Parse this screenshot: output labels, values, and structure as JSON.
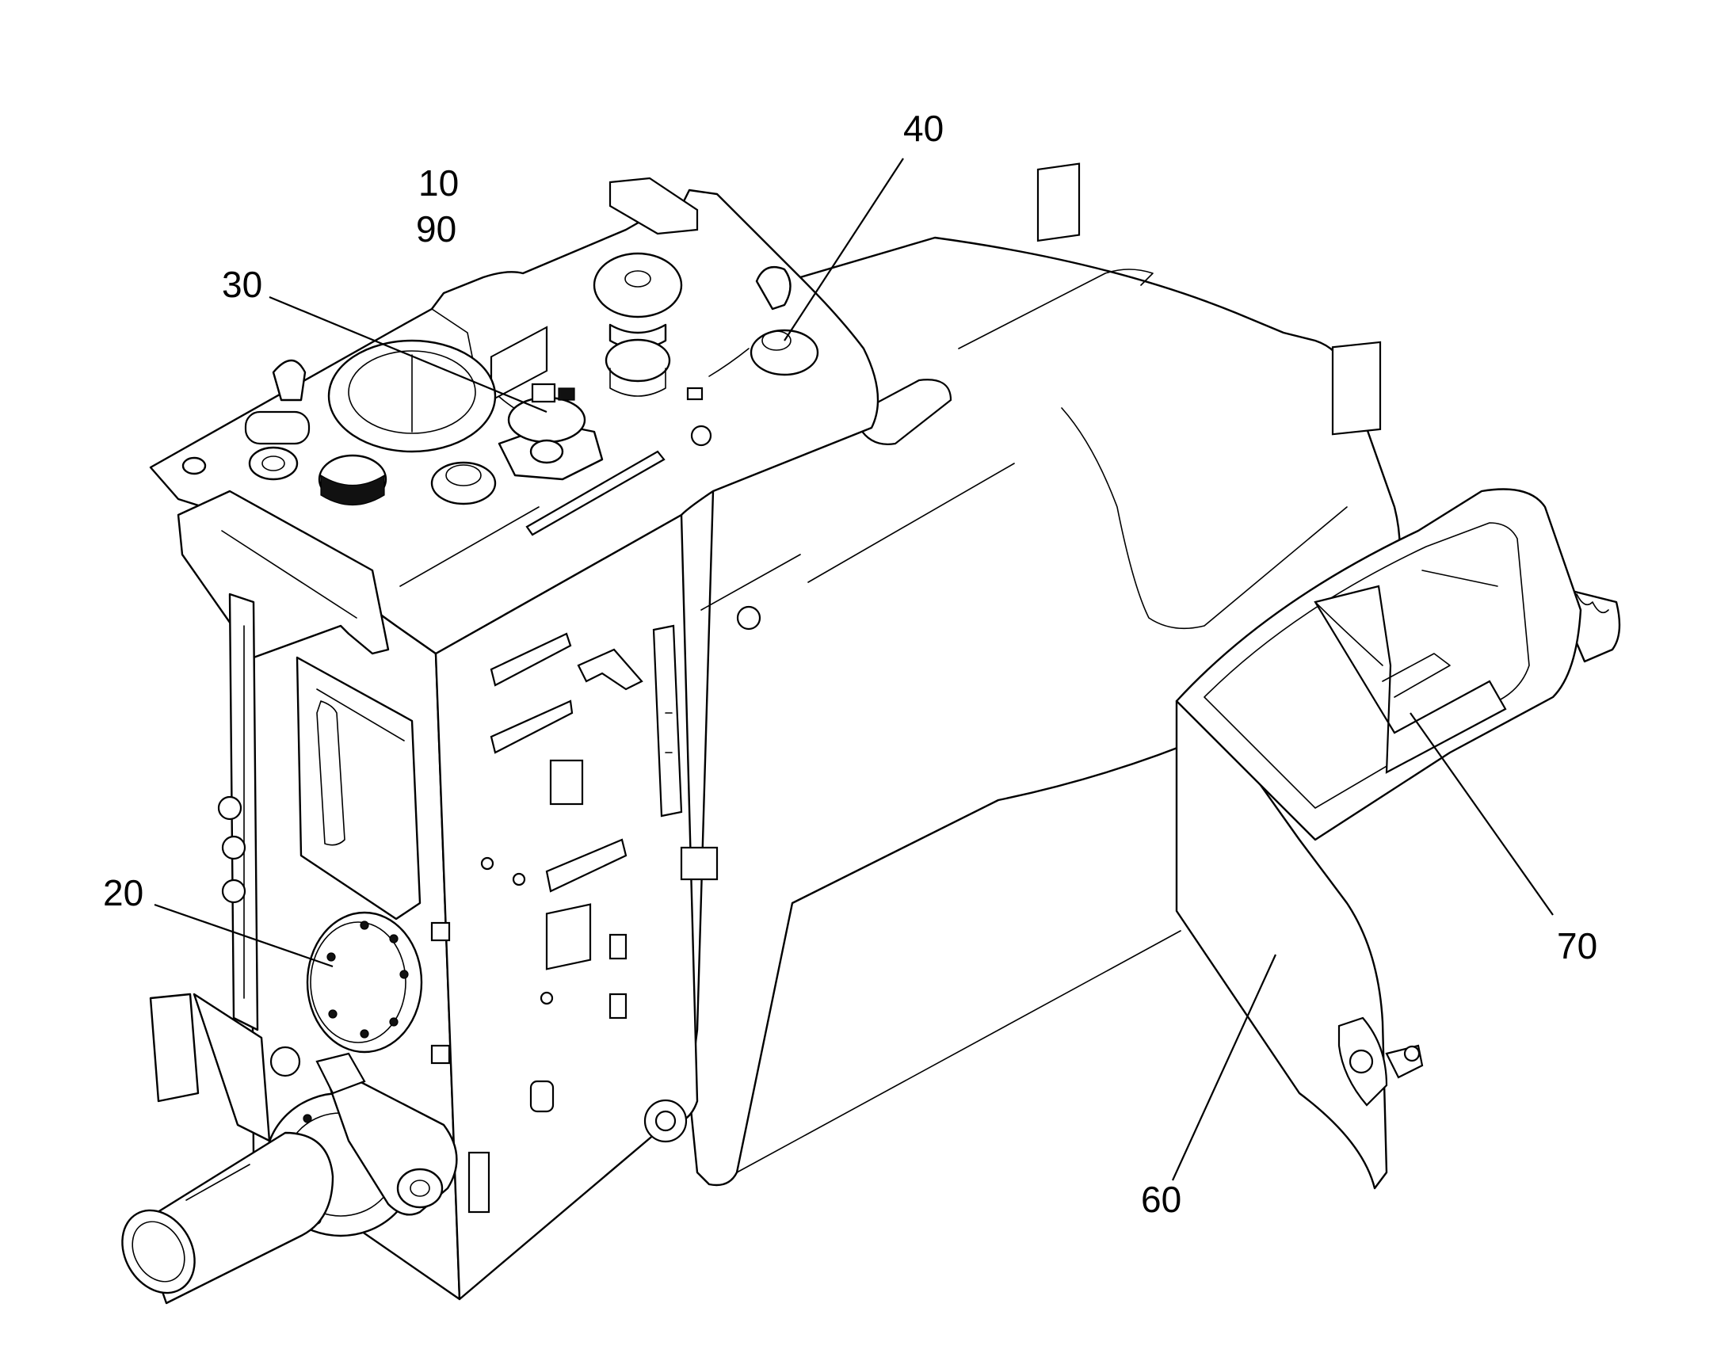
{
  "callouts": [
    {
      "id": "10",
      "text": "10"
    },
    {
      "id": "90",
      "text": "90"
    },
    {
      "id": "30",
      "text": "30"
    },
    {
      "id": "40",
      "text": "40"
    },
    {
      "id": "20",
      "text": "20"
    },
    {
      "id": "70",
      "text": "70"
    },
    {
      "id": "60",
      "text": "60"
    }
  ],
  "colors": {
    "line": "#000000",
    "background": "#ffffff"
  }
}
